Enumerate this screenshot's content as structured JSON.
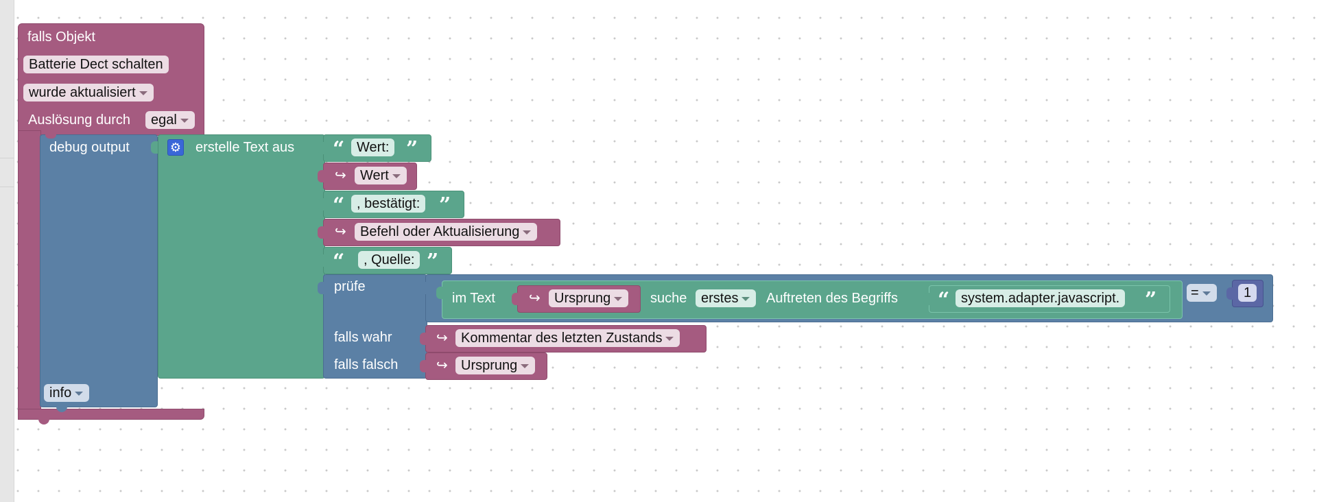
{
  "trigger": {
    "title": "falls Objekt",
    "object_name": "Batterie Dect schalten",
    "condition": "wurde aktualisiert",
    "trigger_by_label": "Auslösung durch",
    "trigger_by_value": "egal"
  },
  "debug": {
    "label": "debug output",
    "level": "info"
  },
  "join": {
    "label": "erstelle Text aus",
    "items": {
      "t1": "Wert:",
      "v1": "Wert",
      "t2": ", bestätigt:",
      "v2": "Befehl oder Aktualisierung",
      "t3": ", Quelle:"
    }
  },
  "ternary": {
    "check_label": "prüfe",
    "if_true_label": "falls wahr",
    "if_false_label": "falls falsch",
    "true_value": "Kommentar des letzten Zustands",
    "false_value": "Ursprung"
  },
  "indexof": {
    "in_text_label": "im Text",
    "source_var": "Ursprung",
    "search_label": "suche",
    "mode": "erstes",
    "occurrence_label": "Auftreten des Begriffs",
    "term": "system.adapter.javascript.",
    "operator": "=",
    "compare_value": "1"
  },
  "icons": {
    "quote_open": "“",
    "quote_close": "”",
    "var_arrow": "↪",
    "gear": "⚙"
  },
  "colors": {
    "event_block": "#a55b80",
    "text_block": "#5ba58c",
    "logic_block": "#5b80a5",
    "math_block": "#5b67a5",
    "mutator_icon": "#3a67d8"
  }
}
